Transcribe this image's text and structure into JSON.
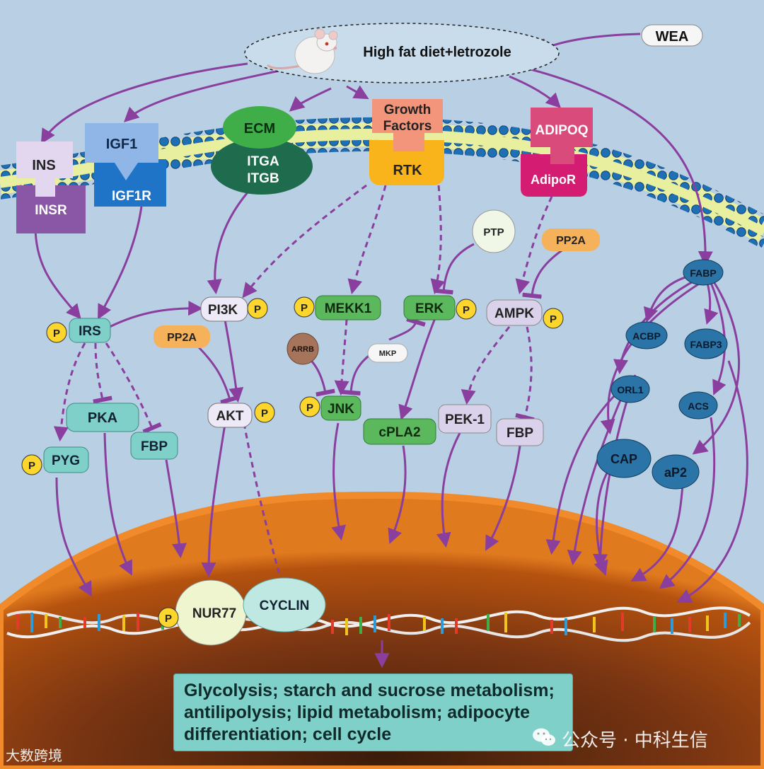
{
  "header": {
    "diet": "High fat diet+letrozole",
    "wea": "WEA"
  },
  "receptors": {
    "ins": "INS",
    "insr": "INSR",
    "igf1": "IGF1",
    "igf1r": "IGF1R",
    "ecm": "ECM",
    "itga": "ITGA",
    "itgb": "ITGB",
    "growth1": "Growth",
    "growth2": "Factors",
    "rtk": "RTK",
    "adipoq": "ADIPOQ",
    "adipor": "AdipoR"
  },
  "nodes": {
    "ptp": "PTP",
    "pp2a_right": "PP2A",
    "fabp": "FABP",
    "irs": "IRS",
    "pi3k": "PI3K",
    "mekk1": "MEKK1",
    "erk": "ERK",
    "ampk": "AMPK",
    "pp2a_left": "PP2A",
    "arrb": "ARRB",
    "mkp": "MKP",
    "acbp": "ACBP",
    "fabp3": "FABP3",
    "orl1": "ORL1",
    "acs": "ACS",
    "pka": "PKA",
    "akt": "AKT",
    "jnk": "JNK",
    "cpla2": "cPLA2",
    "pek1": "PEK-1",
    "fbp_right": "FBP",
    "pyg": "PYG",
    "fbp_left": "FBP",
    "cap": "CAP",
    "ap2": "aP2",
    "nur77": "NUR77",
    "cyclin": "CYCLIN",
    "phospho": "P"
  },
  "summary": {
    "line1": "Glycolysis; starch and sucrose metabolism;",
    "line2": "antilipolysis; lipid metabolism; adipocyte",
    "line3": "differentiation; cell cycle"
  },
  "watermark": {
    "right": "公众号 · 中科生信",
    "left": "大数跨境"
  },
  "colors": {
    "background": "#b9cfe3",
    "arrow": "#8a3e9e",
    "teal": "#7fd0c9",
    "green": "#5cb85c",
    "lavender": "#d9d2ea",
    "orange": "#f5b25a",
    "blue": "#2b74a8",
    "nucleus": "#c55a11"
  }
}
